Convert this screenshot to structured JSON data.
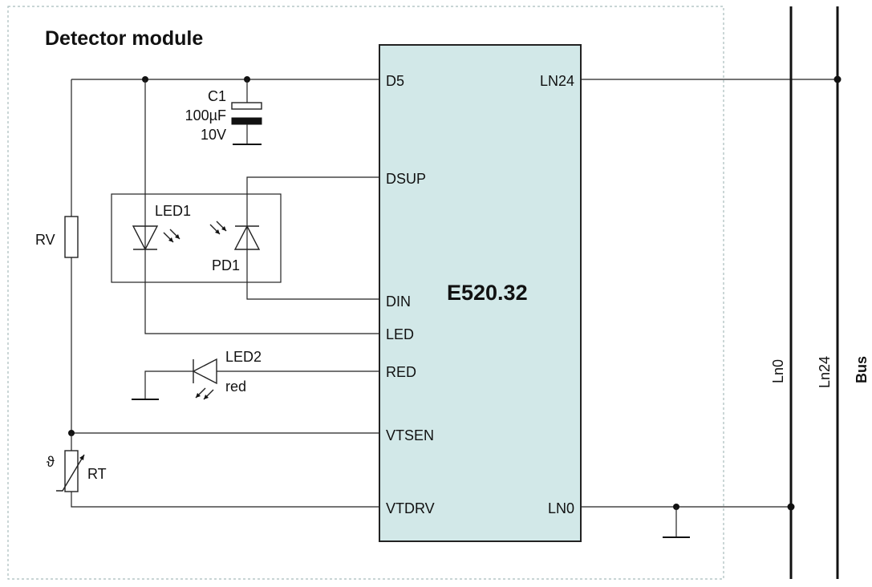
{
  "module": {
    "title": "Detector module",
    "border_color": "#a8bcbc"
  },
  "chip": {
    "name": "E520.32",
    "fill": "#d2e8e8",
    "pins_left": [
      "D5",
      "DSUP",
      "DIN",
      "LED",
      "RED",
      "VTSEN",
      "VTDRV"
    ],
    "pins_right": [
      "LN24",
      "LN0"
    ]
  },
  "components": {
    "c1": {
      "ref": "C1",
      "value": "100µF",
      "voltage": "10V"
    },
    "led1": {
      "ref": "LED1"
    },
    "pd1": {
      "ref": "PD1"
    },
    "led2": {
      "ref": "LED2",
      "color": "red"
    },
    "rv": {
      "ref": "RV"
    },
    "rt": {
      "ref": "RT",
      "symbol": "ϑ"
    }
  },
  "bus": {
    "line_ln0": "Ln0",
    "line_ln24": "Ln24",
    "title": "Bus"
  }
}
